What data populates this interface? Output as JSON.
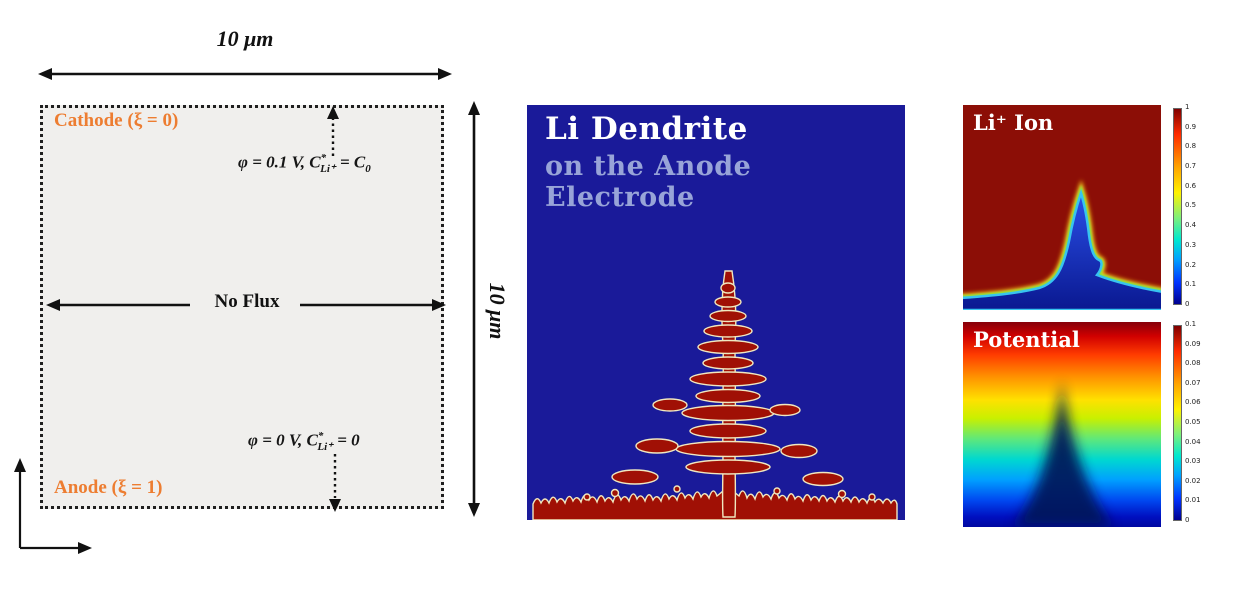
{
  "schematic": {
    "width_label": "10 μm",
    "height_label": "10 μm",
    "cathode_label": "Cathode (ξ = 0)",
    "anode_label": "Anode (ξ = 1)",
    "no_flux_label": "No Flux",
    "top_bc": {
      "p1": "φ = 0.1 V,  C",
      "sup": "*",
      "sub": "Li⁺",
      "p2": " = C",
      "p2_sub": "0"
    },
    "bottom_bc": {
      "p1": "φ = 0 V,  C",
      "sup": "*",
      "sub": "Li⁺",
      "p2": " = 0"
    }
  },
  "simulation": {
    "title_line1": "Li Dendrite",
    "title_line2": "on the Anode Electrode"
  },
  "li_ion_panel": {
    "title": "Li⁺ Ion",
    "colorbar_ticks": [
      "1",
      "0.9",
      "0.8",
      "0.7",
      "0.6",
      "0.5",
      "0.4",
      "0.3",
      "0.2",
      "0.1",
      "0"
    ]
  },
  "potential_panel": {
    "title": "Potential",
    "colorbar_ticks": [
      "0.1",
      "0.09",
      "0.08",
      "0.07",
      "0.06",
      "0.05",
      "0.04",
      "0.03",
      "0.02",
      "0.01",
      "0"
    ]
  },
  "colors": {
    "electrode_accent": "#ED7D31",
    "simulation_background": "#1a1a99",
    "dendrite_red": "#a01005",
    "title_secondary": "#98a4d8"
  }
}
